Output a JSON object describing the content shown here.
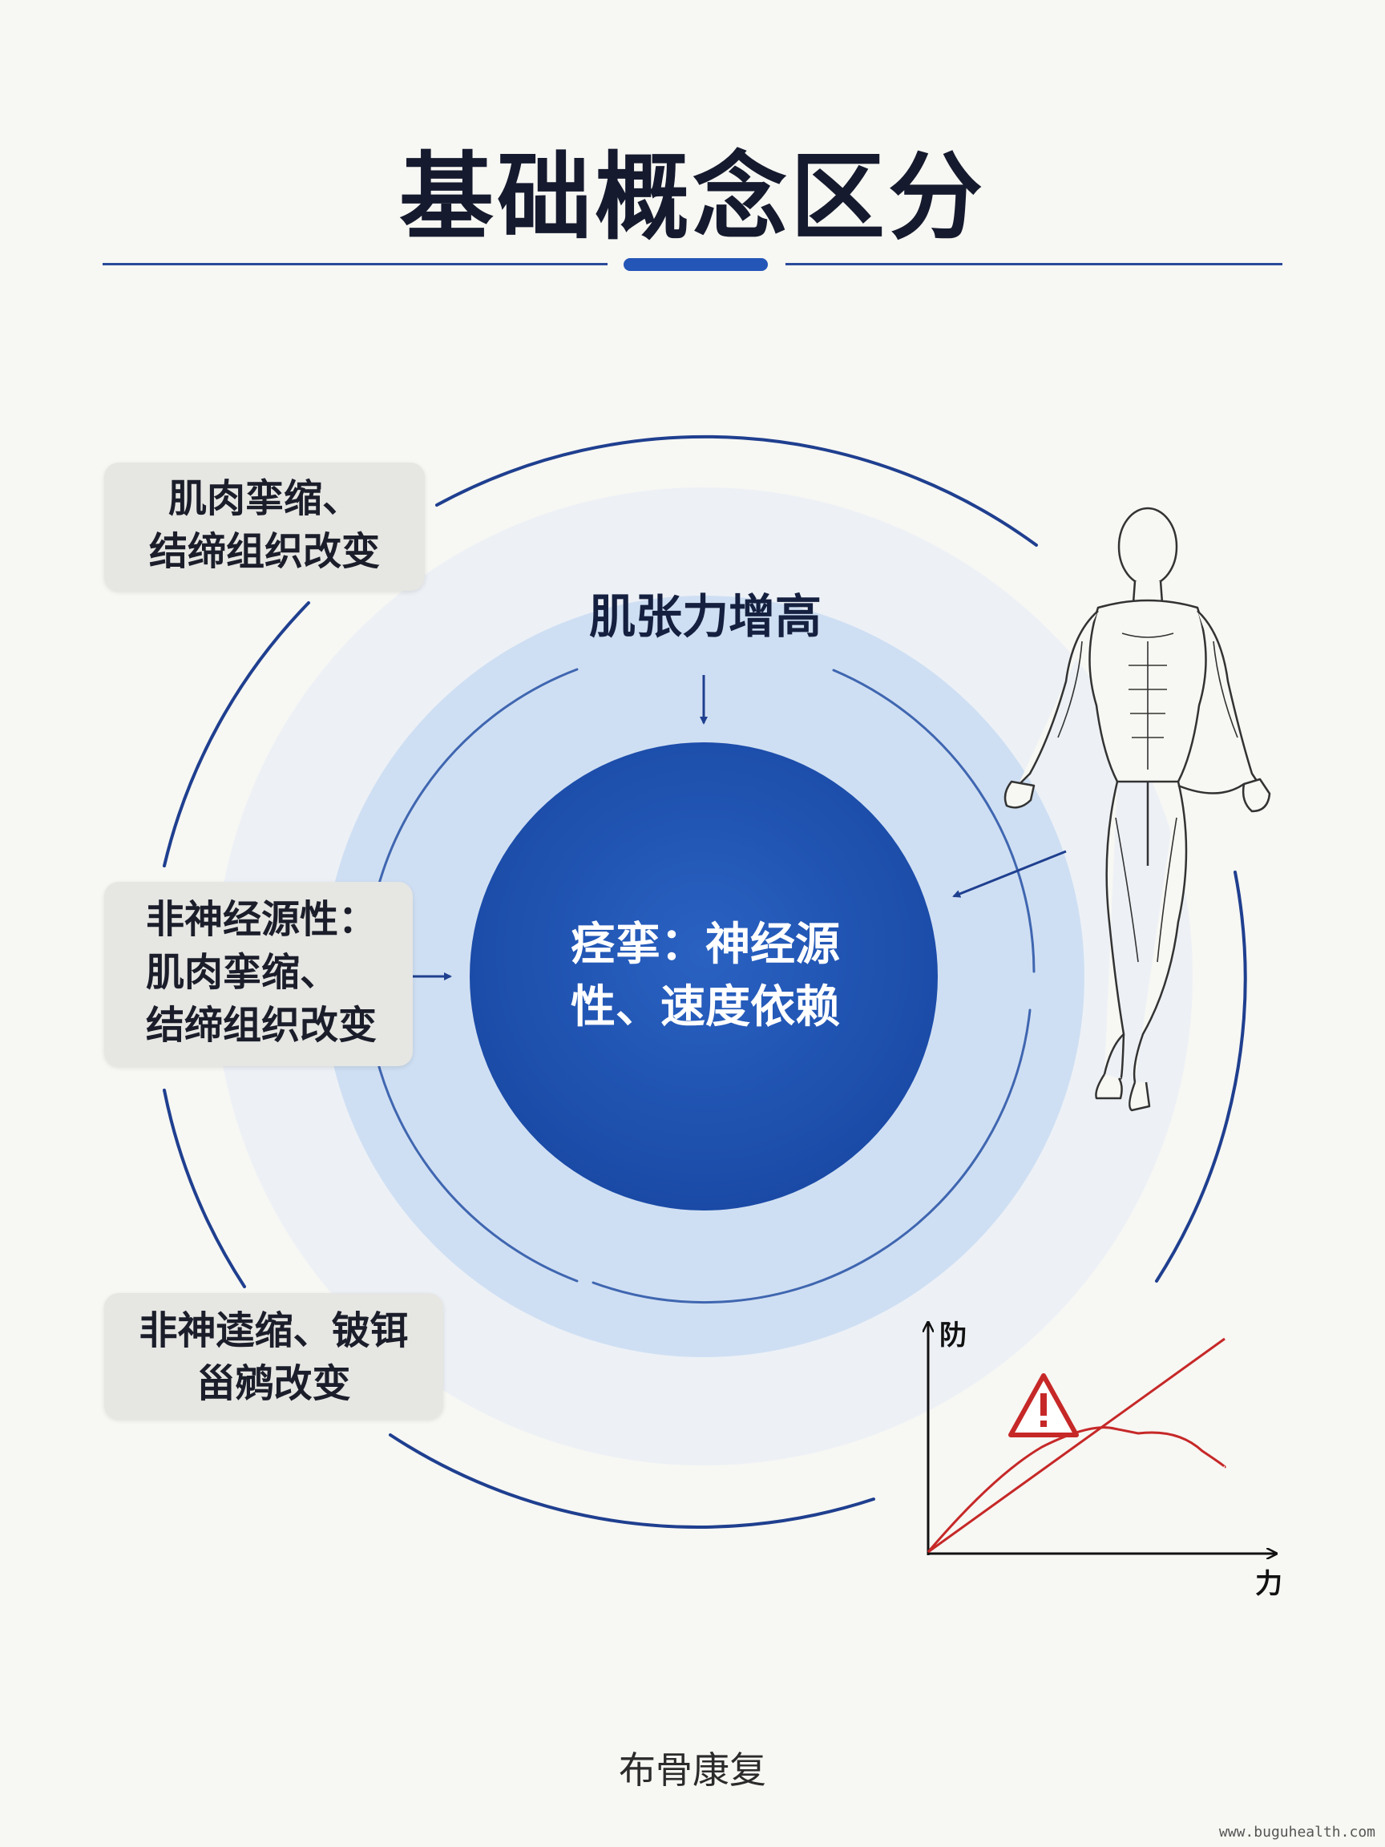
{
  "title": "基础概念区分",
  "ring_label": "肌张力增高",
  "core": {
    "line1": "痉挛：神经源",
    "line2": "性、速度依赖"
  },
  "cards": [
    {
      "line1": "肌肉挛缩、",
      "line2": "结缔组织改变"
    },
    {
      "line1": "非神经源性：",
      "line2": "肌肉挛缩、",
      "line3": "结缔组织改变"
    },
    {
      "line1": "非神逵缩、铍铒",
      "line2": "甾鹓改变"
    }
  ],
  "graph": {
    "y_label": "阞",
    "x_label": "力",
    "warning_icon": "warning-triangle-icon"
  },
  "figure_icon": "anatomical-human-figure-icon",
  "footer": "布骨康复",
  "watermark": "www.buguhealth.com",
  "colors": {
    "accent": "#2456b8",
    "core_fill": "#1e52b0",
    "ring_fill": "#cfdff3",
    "outer_fill": "#e9eef6",
    "arc_stroke": "#1f3f8f",
    "curve_red": "#c62828"
  }
}
